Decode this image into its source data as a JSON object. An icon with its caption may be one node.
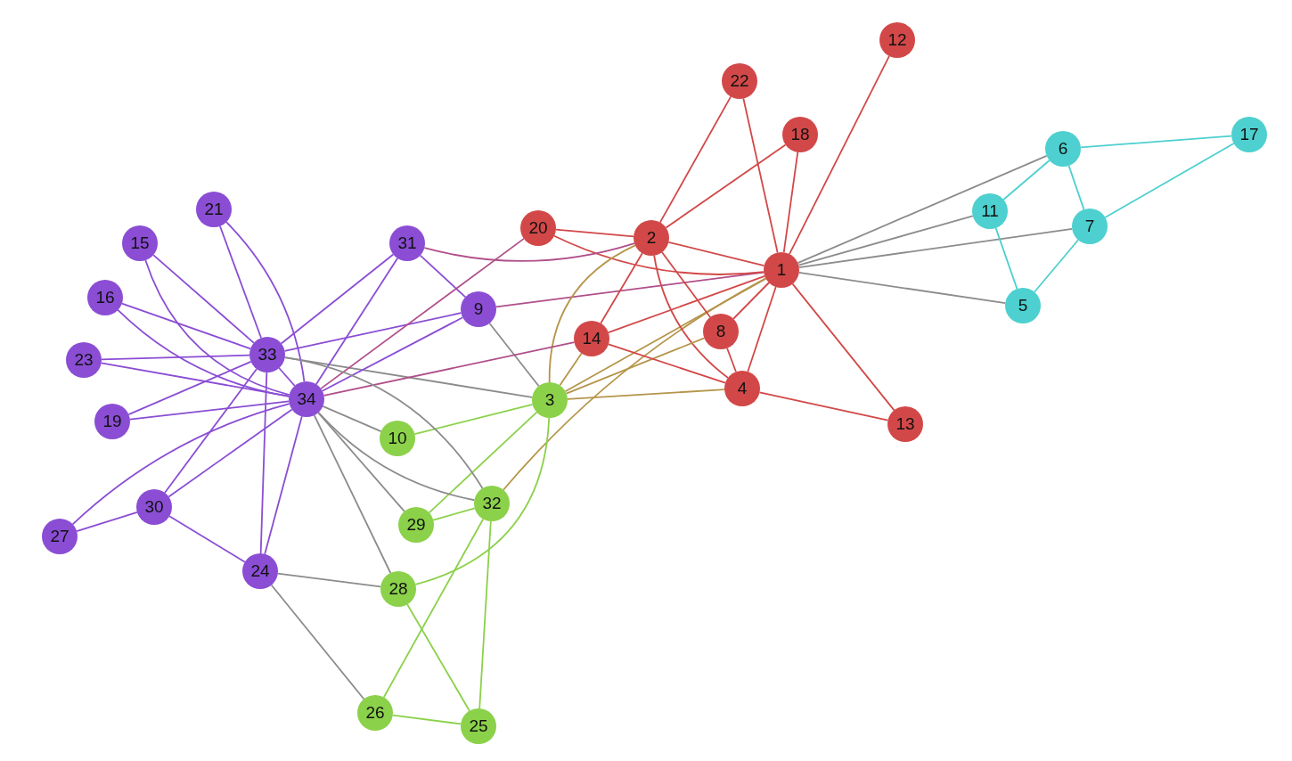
{
  "diagram": {
    "nodes": [
      {
        "text": [
          "1"
        ]
      },
      {
        "text": [
          "2"
        ]
      },
      {
        "text": [
          "3"
        ]
      },
      {
        "text": [
          "4"
        ]
      },
      {
        "text": [
          "5"
        ]
      },
      {
        "text": [
          "6"
        ]
      },
      {
        "text": [
          "7"
        ]
      },
      {
        "text": [
          "8"
        ]
      },
      {
        "text": [
          "9"
        ]
      },
      {
        "text": [
          "10"
        ]
      },
      {
        "text": [
          "11"
        ]
      },
      {
        "text": [
          "12"
        ]
      },
      {
        "text": [
          "13"
        ]
      },
      {
        "text": [
          "14"
        ]
      },
      {
        "text": [
          "15"
        ]
      },
      {
        "text": [
          "16"
        ]
      },
      {
        "text": [
          "17"
        ]
      },
      {
        "text": [
          "18"
        ]
      },
      {
        "text": [
          "19"
        ]
      },
      {
        "text": [
          "20"
        ]
      },
      {
        "text": [
          "21"
        ]
      },
      {
        "text": [
          "22"
        ]
      },
      {
        "text": [
          "23"
        ]
      },
      {
        "text": [
          "24"
        ]
      },
      {
        "text": [
          "25"
        ]
      },
      {
        "text": [
          "26"
        ]
      },
      {
        "text": [
          "27"
        ]
      },
      {
        "text": [
          "28"
        ]
      },
      {
        "text": [
          "29"
        ]
      },
      {
        "text": [
          "30"
        ]
      },
      {
        "text": [
          "31"
        ]
      },
      {
        "text": [
          "32"
        ]
      },
      {
        "text": [
          "33"
        ]
      },
      {
        "text": [
          "34"
        ]
      }
    ],
    "edges": [
      {
        "from": 0,
        "to": 1,
        "arrow": "none",
        "color": "#d24848"
      },
      {
        "from": 0,
        "to": 2,
        "arrow": "none",
        "color": "#b5954a"
      },
      {
        "from": 0,
        "to": 3,
        "arrow": "none",
        "color": "#d24848"
      },
      {
        "from": 0,
        "to": 4,
        "arrow": "none",
        "color": "#8c8c8c"
      },
      {
        "from": 0,
        "to": 5,
        "arrow": "none",
        "color": "#8c8c8c"
      },
      {
        "from": 0,
        "to": 6,
        "arrow": "none",
        "color": "#8c8c8c"
      },
      {
        "from": 0,
        "to": 7,
        "arrow": "none",
        "color": "#d24848"
      },
      {
        "from": 0,
        "to": 8,
        "arrow": "none",
        "color": "#b04f8a"
      },
      {
        "from": 0,
        "to": 10,
        "arrow": "none",
        "color": "#8c8c8c"
      },
      {
        "from": 0,
        "to": 11,
        "arrow": "none",
        "color": "#d24848"
      },
      {
        "from": 0,
        "to": 12,
        "arrow": "none",
        "color": "#d24848"
      },
      {
        "from": 0,
        "to": 13,
        "arrow": "none",
        "color": "#d24848"
      },
      {
        "from": 0,
        "to": 17,
        "arrow": "none",
        "color": "#d24848"
      },
      {
        "from": 0,
        "to": 19,
        "arrow": "none",
        "color": "#d24848"
      },
      {
        "from": 0,
        "to": 21,
        "arrow": "none",
        "color": "#d24848"
      },
      {
        "from": 0,
        "to": 31,
        "arrow": "none",
        "color": "#b5954a"
      },
      {
        "from": 1,
        "to": 2,
        "arrow": "none",
        "color": "#b5954a"
      },
      {
        "from": 1,
        "to": 3,
        "arrow": "none",
        "color": "#d24848"
      },
      {
        "from": 1,
        "to": 7,
        "arrow": "none",
        "color": "#d24848"
      },
      {
        "from": 1,
        "to": 13,
        "arrow": "none",
        "color": "#d24848"
      },
      {
        "from": 1,
        "to": 17,
        "arrow": "none",
        "color": "#d24848"
      },
      {
        "from": 1,
        "to": 19,
        "arrow": "none",
        "color": "#d24848"
      },
      {
        "from": 1,
        "to": 21,
        "arrow": "none",
        "color": "#d24848"
      },
      {
        "from": 1,
        "to": 30,
        "arrow": "none",
        "color": "#b04f8a"
      },
      {
        "from": 2,
        "to": 3,
        "arrow": "none",
        "color": "#b5954a"
      },
      {
        "from": 2,
        "to": 7,
        "arrow": "none",
        "color": "#b5954a"
      },
      {
        "from": 2,
        "to": 8,
        "arrow": "none",
        "color": "#8c8c8c"
      },
      {
        "from": 2,
        "to": 9,
        "arrow": "none",
        "color": "#8bd14a"
      },
      {
        "from": 2,
        "to": 13,
        "arrow": "none",
        "color": "#b5954a"
      },
      {
        "from": 2,
        "to": 27,
        "arrow": "none",
        "color": "#8bd14a"
      },
      {
        "from": 2,
        "to": 28,
        "arrow": "none",
        "color": "#8bd14a"
      },
      {
        "from": 2,
        "to": 32,
        "arrow": "none",
        "color": "#8c8c8c"
      },
      {
        "from": 3,
        "to": 7,
        "arrow": "none",
        "color": "#d24848"
      },
      {
        "from": 3,
        "to": 12,
        "arrow": "none",
        "color": "#d24848"
      },
      {
        "from": 3,
        "to": 13,
        "arrow": "none",
        "color": "#d24848"
      },
      {
        "from": 4,
        "to": 6,
        "arrow": "none",
        "color": "#4dd0cf"
      },
      {
        "from": 4,
        "to": 10,
        "arrow": "none",
        "color": "#4dd0cf"
      },
      {
        "from": 5,
        "to": 6,
        "arrow": "none",
        "color": "#4dd0cf"
      },
      {
        "from": 5,
        "to": 10,
        "arrow": "none",
        "color": "#4dd0cf"
      },
      {
        "from": 5,
        "to": 16,
        "arrow": "none",
        "color": "#4dd0cf"
      },
      {
        "from": 6,
        "to": 16,
        "arrow": "none",
        "color": "#4dd0cf"
      },
      {
        "from": 8,
        "to": 30,
        "arrow": "none"
      },
      {
        "from": 8,
        "to": 32,
        "arrow": "none"
      },
      {
        "from": 8,
        "to": 33,
        "arrow": "none"
      },
      {
        "from": 9,
        "to": 33,
        "arrow": "none",
        "color": "#8c8c8c"
      },
      {
        "from": 13,
        "to": 33,
        "arrow": "none",
        "color": "#b04f8a"
      },
      {
        "from": 14,
        "to": 32,
        "arrow": "none"
      },
      {
        "from": 14,
        "to": 33,
        "arrow": "none"
      },
      {
        "from": 15,
        "to": 32,
        "arrow": "none"
      },
      {
        "from": 15,
        "to": 33,
        "arrow": "none"
      },
      {
        "from": 18,
        "to": 32,
        "arrow": "none"
      },
      {
        "from": 18,
        "to": 33,
        "arrow": "none"
      },
      {
        "from": 19,
        "to": 33,
        "arrow": "none",
        "color": "#b04f8a"
      },
      {
        "from": 20,
        "to": 32,
        "arrow": "none"
      },
      {
        "from": 20,
        "to": 33,
        "arrow": "none"
      },
      {
        "from": 22,
        "to": 32,
        "arrow": "none"
      },
      {
        "from": 22,
        "to": 33,
        "arrow": "none"
      },
      {
        "from": 23,
        "to": 25,
        "arrow": "none",
        "color": "#8c8c8c"
      },
      {
        "from": 23,
        "to": 27,
        "arrow": "none",
        "color": "#8c8c8c"
      },
      {
        "from": 23,
        "to": 29,
        "arrow": "none"
      },
      {
        "from": 23,
        "to": 32,
        "arrow": "none"
      },
      {
        "from": 23,
        "to": 33,
        "arrow": "none"
      },
      {
        "from": 24,
        "to": 25,
        "arrow": "none",
        "color": "#8bd14a"
      },
      {
        "from": 24,
        "to": 27,
        "arrow": "none",
        "color": "#8bd14a"
      },
      {
        "from": 24,
        "to": 31,
        "arrow": "none",
        "color": "#8bd14a"
      },
      {
        "from": 25,
        "to": 31,
        "arrow": "none",
        "color": "#8bd14a"
      },
      {
        "from": 26,
        "to": 29,
        "arrow": "none"
      },
      {
        "from": 26,
        "to": 33,
        "arrow": "none"
      },
      {
        "from": 27,
        "to": 33,
        "arrow": "none",
        "color": "#8c8c8c"
      },
      {
        "from": 28,
        "to": 31,
        "arrow": "none",
        "color": "#8bd14a"
      },
      {
        "from": 28,
        "to": 33,
        "arrow": "none",
        "color": "#8c8c8c"
      },
      {
        "from": 29,
        "to": 32,
        "arrow": "none"
      },
      {
        "from": 29,
        "to": 33,
        "arrow": "none"
      },
      {
        "from": 30,
        "to": 32,
        "arrow": "none"
      },
      {
        "from": 30,
        "to": 33,
        "arrow": "none"
      },
      {
        "from": 31,
        "to": 32,
        "arrow": "none",
        "color": "#8c8c8c"
      },
      {
        "from": 31,
        "to": 33,
        "arrow": "none",
        "color": "#8c8c8c"
      },
      {
        "from": 32,
        "to": 33,
        "arrow": "none"
      }
    ]
  }
}
